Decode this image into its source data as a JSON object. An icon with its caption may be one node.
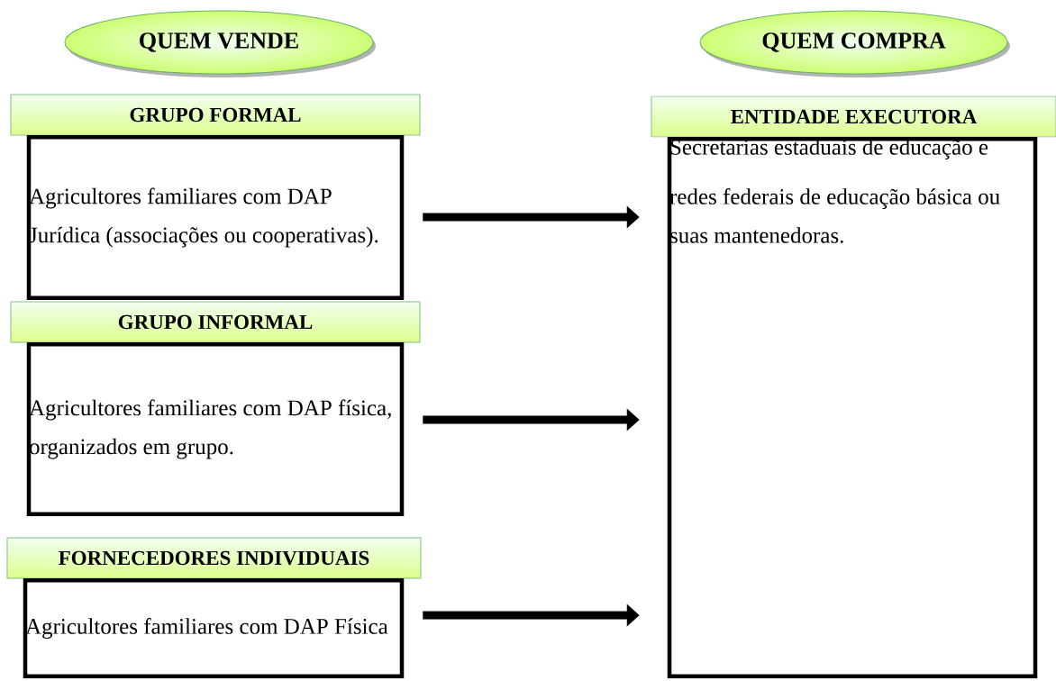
{
  "diagram": {
    "nodes": [
      {
        "text": [
          "QUEM VENDE"
        ]
      },
      {
        "text": [
          "QUEM COMPRA"
        ]
      },
      {
        "text": [
          "GRUPO FORMAL"
        ]
      },
      {
        "text": [
          "Agricultores familiares com DAP Jurídica (associações ou cooperativas)."
        ]
      },
      {
        "text": [
          "GRUPO INFORMAL"
        ]
      },
      {
        "text": [
          "Agricultores familiares com DAP física, organizados em grupo."
        ]
      },
      {
        "text": [
          "FORNECEDORES INDIVIDUAIS"
        ]
      },
      {
        "text": [
          "Agricultores familiares com DAP Física"
        ]
      },
      {
        "text": [
          "ENTIDADE EXECUTORA"
        ]
      },
      {
        "text": [
          "Secretarias estaduais de educação e redes federais de educação básica ou suas mantenedoras."
        ]
      }
    ],
    "edges": [
      {
        "from": 3,
        "to": 9,
        "arrow": "to"
      },
      {
        "from": 5,
        "to": 9,
        "arrow": "to"
      },
      {
        "from": 7,
        "to": 9,
        "arrow": "to"
      }
    ]
  }
}
